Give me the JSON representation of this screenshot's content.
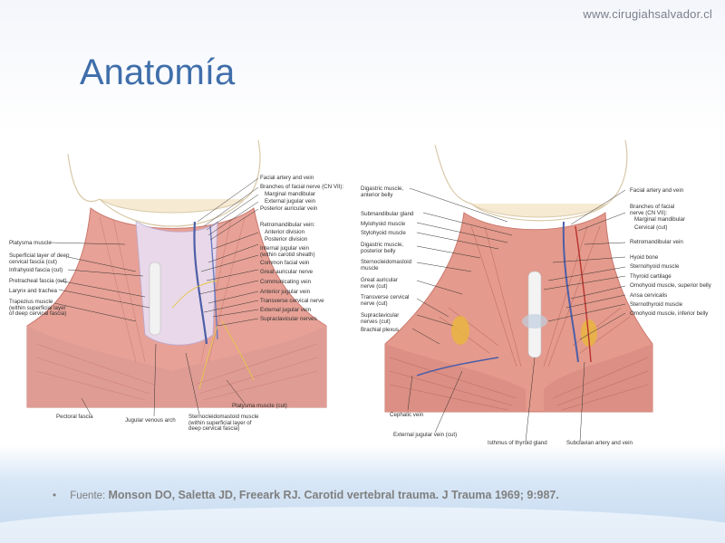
{
  "website": "www.cirugiahsalvador.cl",
  "title": "Anatomía",
  "source": {
    "label": "Fuente:",
    "text": "Monson DO, Saletta JD, Freeark RJ. Carotid vertebral trauma. J Trauma 1969; 9:987."
  },
  "left_figure": {
    "labels": {
      "facial_artery_vein": "Facial artery and vein",
      "branches_facial_nerve": "Branches of facial nerve (CN VII):",
      "marginal_mandibular": "Marginal mandibular",
      "external_jugular_vein_top": "External jugular vein",
      "posterior_auricular_vein": "Posterior auricular vein",
      "retromandibular_vein": "Retromandibular vein:",
      "anterior_division": "Anterior division",
      "posterior_division": "Posterior division",
      "internal_jugular_vein": "Internal jugular vein\n(within carotid sheath)",
      "common_facial_vein": "Common facial vein",
      "great_auricular_nerve": "Great auricular nerve",
      "communicating_vein": "Communicating vein",
      "anterior_jugular_vein": "Anterior jugular vein",
      "transverse_cervical_nerve": "Transverse cervical nerve",
      "external_jugular_vein": "External jugular vein",
      "supraclavicular_nerves": "Supraclavicular nerves",
      "platysma_muscle": "Platysma muscle",
      "superficial_layer": "Superficial layer of deep\ncervical fascia (cut)",
      "infrahyoid_fascia": "Infrahyoid fascia (cut)",
      "pretracheal_fascia": "Pretracheal fascia (cut)",
      "larynx_trachea": "Larynx and trachea",
      "trapezius_muscle": "Trapezius muscle\n(within superficial layer\nof deep cervical fascia)",
      "pectoral_fascia": "Pectoral fascia",
      "jugular_venous_arch": "Jugular venous arch",
      "sternocleidomastoid_cut": "Sternocleidomastoid muscle\n(within superficial layer of\ndeep cervical fascia)",
      "platysma_cut": "Platysma muscle (cut)"
    }
  },
  "right_figure": {
    "labels": {
      "digastric_anterior": "Digastric muscle,\nanterior belly",
      "submandibular_gland": "Submandibular gland",
      "mylohyoid_muscle": "Mylohyoid muscle",
      "stylohyoid_muscle": "Stylohyoid muscle",
      "digastric_posterior": "Digastric muscle,\nposterior belly",
      "sternocleidomastoid": "Sternocleidomastoid\nmuscle",
      "great_auricular_nerve": "Great auricular\nnerve (cut)",
      "transverse_cervical": "Transverse cervical\nnerve (cut)",
      "supraclavicular": "Supraclavicular\nnerves (cut)",
      "brachial_plexus": "Brachial plexus",
      "cephalic_vein": "Cephalic vein",
      "external_jugular_cut": "External jugular vein (cut)",
      "isthmus_thyroid": "Isthmus of thyroid gland",
      "subclavian": "Subclavian artery and vein",
      "facial_artery_vein": "Facial artery and vein",
      "branches_facial_nerve": "Branches of facial\nnerve (CN VII):",
      "marginal_mandibular": "Marginal mandibular",
      "cervical_cut": "Cervical (cut)",
      "retromandibular_vein": "Retromandibular vein",
      "hyoid_bone": "Hyoid bone",
      "sternohyoid": "Sternohyoid muscle",
      "thyroid_cartilage": "Thyroid cartilage",
      "omohyoid_superior": "Omohyoid muscle, superior belly",
      "ansa_cervicalis": "Ansa cervicalis",
      "sternothyroid": "Sternothyroid muscle",
      "omohyoid_inferior": "Omohyoid muscle, inferior belly"
    }
  }
}
